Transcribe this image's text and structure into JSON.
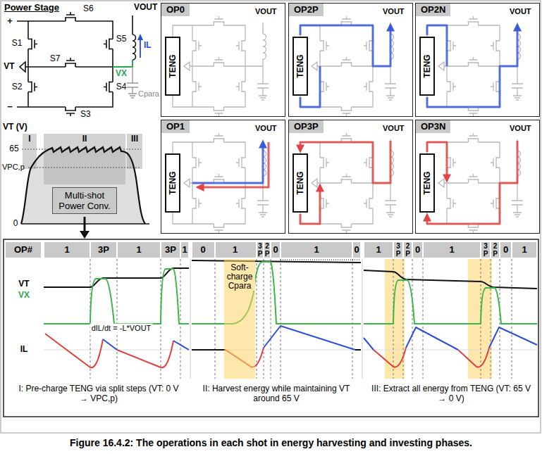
{
  "diagram": {
    "caption": "Figure 16.4.2: The operations in each shot in energy harvesting and investing phases.",
    "nodes": [
      {
        "text": [
          "OP0"
        ]
      },
      {
        "text": [
          "TENG"
        ],
        "in": 0
      },
      {
        "text": [
          "OP2P"
        ]
      },
      {
        "text": [
          "TENG"
        ],
        "in": 2
      },
      {
        "text": [
          "OP2N"
        ]
      },
      {
        "text": [
          "TENG"
        ],
        "in": 4
      },
      {
        "text": [
          "OP1"
        ]
      },
      {
        "text": [
          "TENG"
        ],
        "in": 6
      },
      {
        "text": [
          "OP3P"
        ]
      },
      {
        "text": [
          "TENG"
        ],
        "in": 8
      },
      {
        "text": [
          "OP3N"
        ]
      },
      {
        "text": [
          "TENG"
        ],
        "in": 10
      },
      {
        "text": [
          "Multi-shot Power Conv."
        ]
      },
      {
        "text": [
          "Soft-charge Cpara"
        ]
      }
    ],
    "labels": [
      "Power Stage",
      "S6",
      "S1",
      "S5",
      "+",
      "VT",
      "S7",
      "VOUT",
      "IL",
      "VX",
      "−",
      "S2",
      "S4",
      "S3",
      "Cpara",
      "VT (V)",
      "I",
      "II",
      "III",
      "65",
      "VPC,p",
      "0",
      "VOUT",
      "VOUT",
      "VOUT",
      "VOUT",
      "VOUT",
      "VOUT",
      "OP#",
      "1",
      "3P",
      "1",
      "3P",
      "1",
      "0",
      "1",
      "3",
      "P",
      "2",
      "P",
      "0",
      "1",
      "0",
      "1",
      "3",
      "P",
      "2",
      "P",
      "0",
      "1",
      "3",
      "P",
      "2",
      "P",
      "0",
      "1",
      "VT",
      "VX",
      "IL",
      "dIL/dt = -L*VOUT",
      "I: Pre-charge TENG via split steps (VT: 0 V → VPC,p)",
      "II: Harvest energy while maintaining VT around 65 V",
      "III: Extract all energy from TENG (VT: 65 V → 0 V)"
    ]
  }
}
